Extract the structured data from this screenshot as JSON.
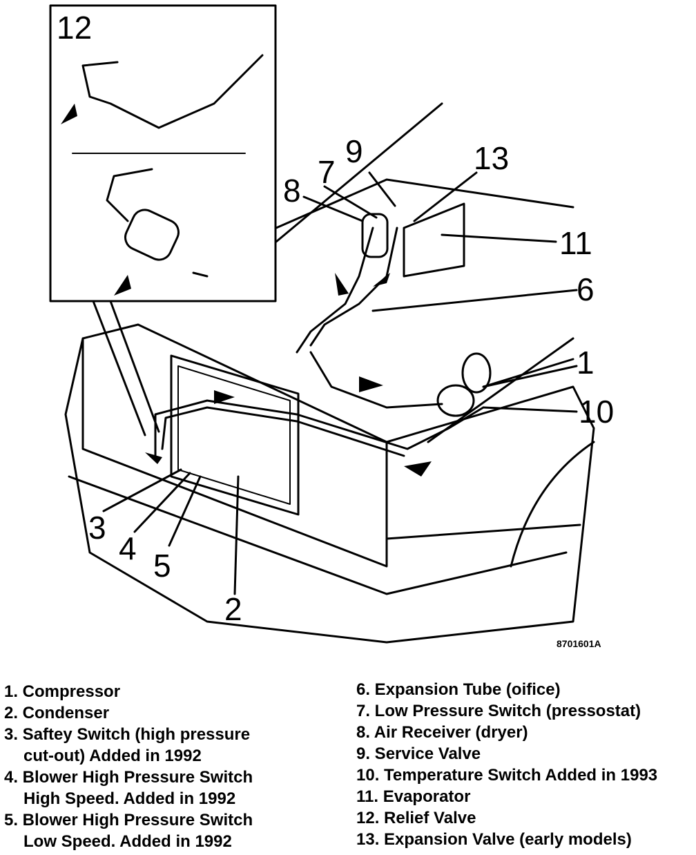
{
  "diagram": {
    "figure_code": "8701601A",
    "callouts": [
      "1",
      "2",
      "3",
      "4",
      "5",
      "6",
      "7",
      "8",
      "9",
      "10",
      "11",
      "12",
      "13"
    ]
  },
  "legend": {
    "left": [
      {
        "line1": "1. Compressor"
      },
      {
        "line1": "2. Condenser"
      },
      {
        "line1": "3. Saftey Switch (high pressure",
        "line2": "cut-out) Added in 1992"
      },
      {
        "line1": "4. Blower High Pressure Switch",
        "line2": "High Speed. Added in 1992"
      },
      {
        "line1": "5. Blower High Pressure Switch",
        "line2": "Low Speed. Added in 1992"
      }
    ],
    "right": [
      {
        "line1": "6. Expansion Tube (oifice)"
      },
      {
        "line1": "7. Low Pressure Switch (pressostat)"
      },
      {
        "line1": "8. Air Receiver (dryer)"
      },
      {
        "line1": "9. Service Valve"
      },
      {
        "line1": "10. Temperature Switch Added in 1993"
      },
      {
        "line1": "11. Evaporator"
      },
      {
        "line1": "12. Relief Valve"
      },
      {
        "line1": "13. Expansion Valve (early models)"
      }
    ]
  }
}
